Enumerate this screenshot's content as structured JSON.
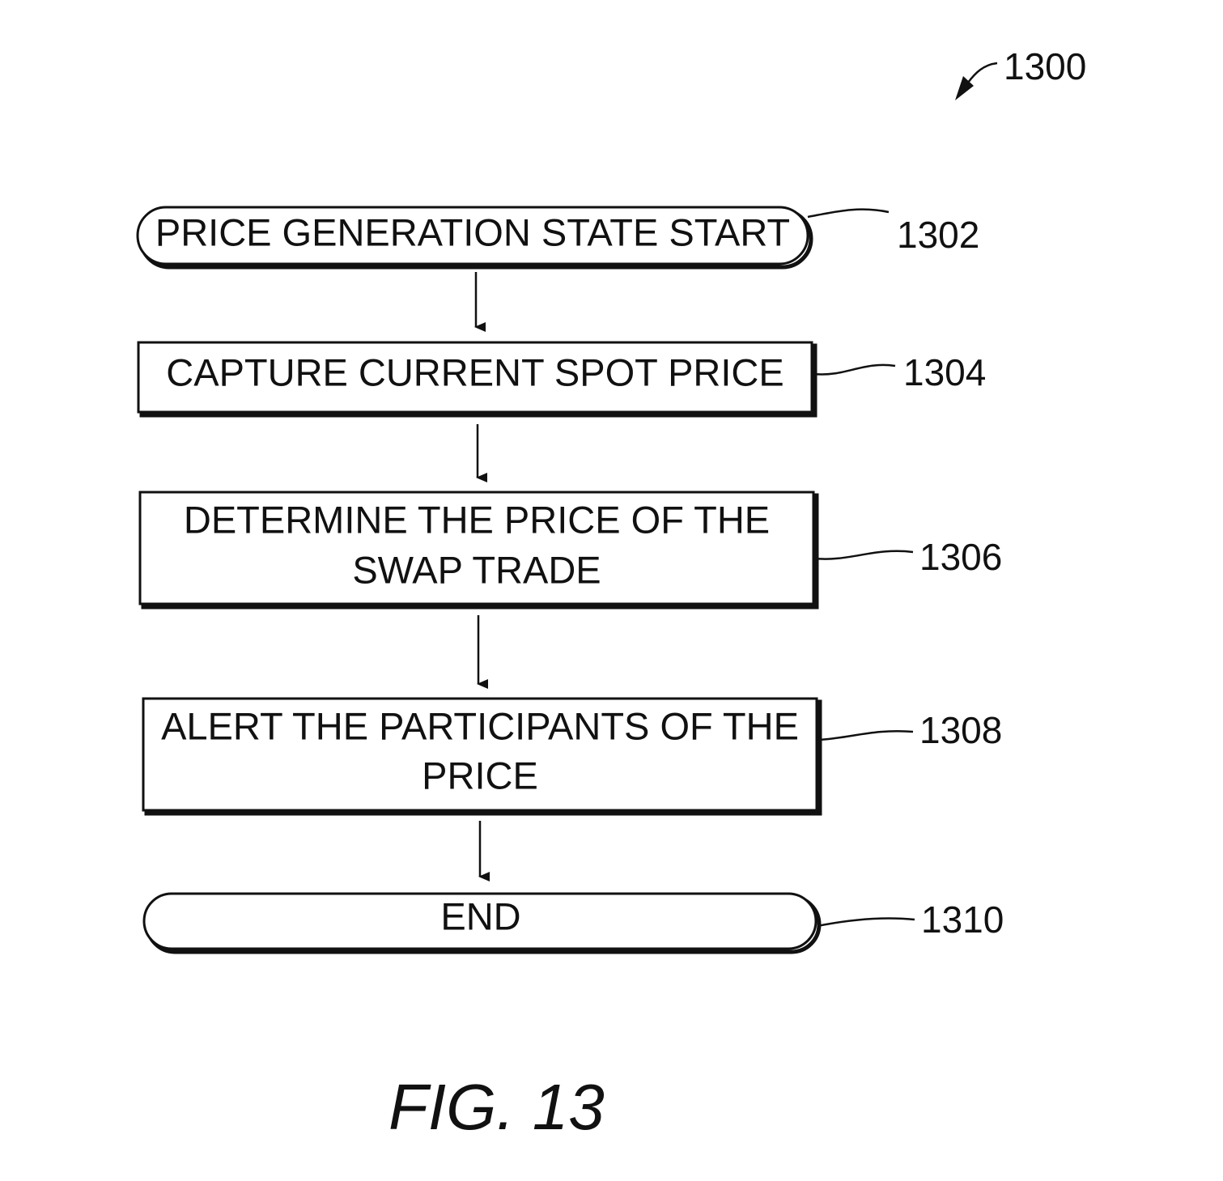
{
  "figure": {
    "ref": "1300",
    "caption": "FIG. 13"
  },
  "nodes": [
    {
      "id": "n1302",
      "shape": "terminal",
      "lines": [
        "PRICE GENERATION STATE START"
      ],
      "ref": "1302"
    },
    {
      "id": "n1304",
      "shape": "process",
      "lines": [
        "CAPTURE CURRENT SPOT PRICE"
      ],
      "ref": "1304"
    },
    {
      "id": "n1306",
      "shape": "process",
      "lines": [
        "DETERMINE THE PRICE OF THE",
        "SWAP TRADE"
      ],
      "ref": "1306"
    },
    {
      "id": "n1308",
      "shape": "process",
      "lines": [
        "ALERT THE PARTICIPANTS OF THE",
        "PRICE"
      ],
      "ref": "1308"
    },
    {
      "id": "n1310",
      "shape": "terminal",
      "lines": [
        "END"
      ],
      "ref": "1310"
    }
  ],
  "edges": [
    {
      "from": "n1302",
      "to": "n1304"
    },
    {
      "from": "n1304",
      "to": "n1306"
    },
    {
      "from": "n1306",
      "to": "n1308"
    },
    {
      "from": "n1308",
      "to": "n1310"
    }
  ]
}
